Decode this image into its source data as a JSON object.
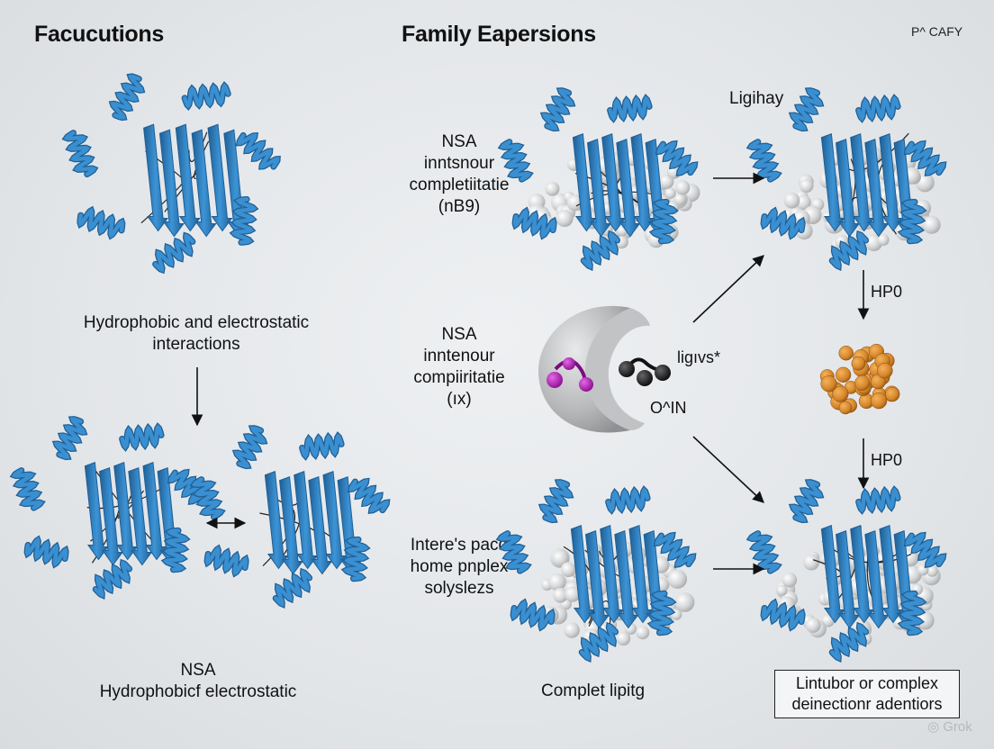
{
  "titles": {
    "left": "Facucutions",
    "middle": "Family Eapersions",
    "corner": "P^ CAFY"
  },
  "labels": {
    "top_right_ligand": "Ligihay",
    "left_mid": [
      "Hydrophobic and electrostatic",
      "interactions"
    ],
    "left_bottom": [
      "NSA",
      "Hydrophobicf electrostatic"
    ],
    "mid_top": [
      "NSA",
      "inntsnour",
      "completiitatie",
      "(nB9)"
    ],
    "mid_mid": [
      "NSA",
      "inntenour",
      "compiiritatie",
      "(ıx)"
    ],
    "mid_bottom": [
      "Intere's pacd",
      "home pnplex",
      "solyslezs"
    ],
    "bottom_center": "Complet lipitg",
    "ligand_label": "ligıvs*",
    "site_label": "O^IN",
    "hpo_1": "HP0",
    "hpo_2": "HP0",
    "boxed_lines": [
      "Lintubor or complex",
      "deinectionr adentiors"
    ]
  },
  "watermark": "Grok",
  "colors": {
    "helix": "#3a8fd0",
    "helix_dark": "#1f5f95",
    "sphere": "#d8d9da",
    "cluster": "#d98e2f",
    "magenta": "#b01eb5",
    "ligand_dark": "#1a1a1a",
    "receptor": "#b8babc"
  }
}
